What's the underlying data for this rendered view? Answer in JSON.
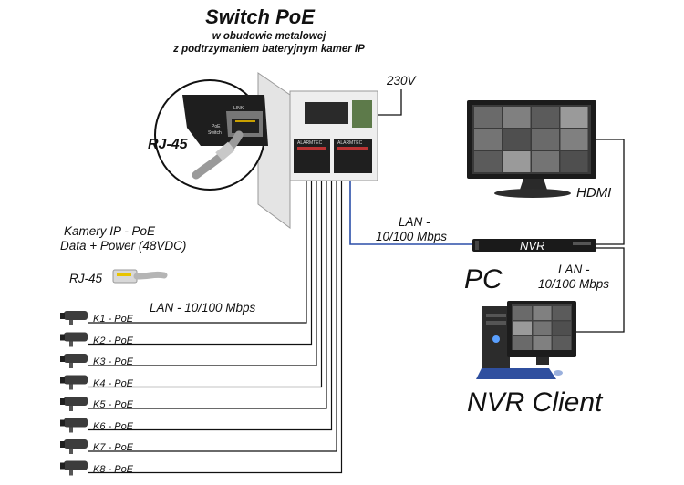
{
  "title": "Switch PoE",
  "subtitle_line1": "w obudowie metalowej",
  "subtitle_line2": "z podtrzymaniem bateryjnym kamer IP",
  "power_label": "230V",
  "rj45_top_label": "RJ-45",
  "hdmi_label": "HDMI",
  "lan_nvr_line1": "LAN -",
  "lan_nvr_line2": "10/100 Mbps",
  "nvr_label": "NVR",
  "pc_label": "PC",
  "lan_client_line1": "LAN -",
  "lan_client_line2": "10/100 Mbps",
  "nvr_client_label": "NVR Client",
  "cameras_caption_line1": "Kamery IP - PoE",
  "cameras_caption_line2": "Data + Power (48VDC)",
  "rj45_bottom_label": "RJ-45",
  "lan_cameras_label": "LAN - 10/100 Mbps",
  "switch_port_labels": [
    "LINK",
    "PoE",
    "Switch"
  ],
  "battery_labels": [
    "ALARMTEC",
    "ALARMTEC"
  ],
  "cameras": [
    "K1 - PoE",
    "K2 - PoE",
    "K3 - PoE",
    "K4 - PoE",
    "K5 - PoE",
    "K6 - PoE",
    "K7 - PoE",
    "K8 - PoE"
  ]
}
